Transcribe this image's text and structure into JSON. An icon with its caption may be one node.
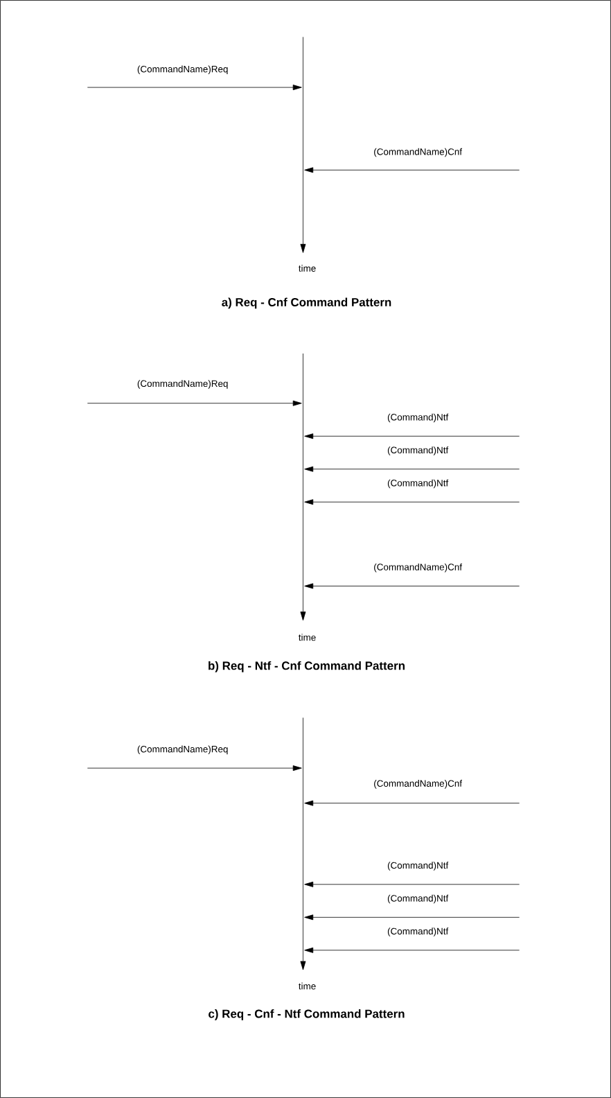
{
  "diagram": {
    "nodes": [
      {
        "text": [],
        "shape": "bar",
        "beside": [
          "time"
        ]
      },
      {
        "text": [],
        "shape": "bar",
        "beside": [
          "time"
        ]
      },
      {
        "text": [],
        "shape": "bar",
        "beside": [
          "time"
        ]
      }
    ],
    "edges": [
      {
        "from": null,
        "to": 0,
        "arrow": "to",
        "label": "(CommandName)Req"
      },
      {
        "from": null,
        "to": 0,
        "arrow": "to",
        "label": "(CommandName)Cnf"
      },
      {
        "from": null,
        "to": 1,
        "arrow": "to",
        "label": "(CommandName)Req"
      },
      {
        "from": null,
        "to": 1,
        "arrow": "to",
        "label": "(Command)Ntf"
      },
      {
        "from": null,
        "to": 1,
        "arrow": "to",
        "label": "(Command)Ntf"
      },
      {
        "from": null,
        "to": 1,
        "arrow": "to",
        "label": "(Command)Ntf"
      },
      {
        "from": null,
        "to": 1,
        "arrow": "to",
        "label": "(CommandName)Cnf"
      },
      {
        "from": null,
        "to": 2,
        "arrow": "to",
        "label": "(CommandName)Req"
      },
      {
        "from": null,
        "to": 2,
        "arrow": "to",
        "label": "(CommandName)Cnf"
      },
      {
        "from": null,
        "to": 2,
        "arrow": "to",
        "label": "(Command)Ntf"
      },
      {
        "from": null,
        "to": 2,
        "arrow": "to",
        "label": "(Command)Ntf"
      },
      {
        "from": null,
        "to": 2,
        "arrow": "to",
        "label": "(Command)Ntf"
      }
    ],
    "labels": [
      "a) Req - Cnf Command Pattern",
      "b) Req - Ntf - Cnf Command Pattern",
      "c) Req - Cnf - Ntf Command Pattern"
    ]
  }
}
